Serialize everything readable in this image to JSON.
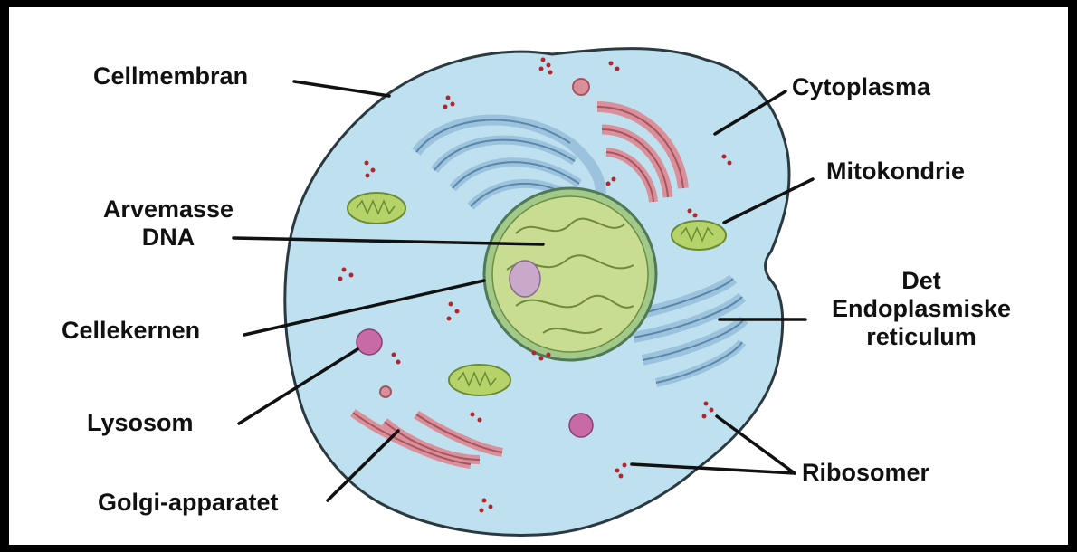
{
  "labels": {
    "cellmembran": "Cellmembran",
    "cytoplasma": "Cytoplasma",
    "mitokondrie": "Mitokondrie",
    "arvemasse_line1": "Arvemasse",
    "arvemasse_line2": "DNA",
    "cellekernen": "Cellekernen",
    "er_line1": "Det",
    "er_line2": "Endoplasmiske",
    "er_line3": "reticulum",
    "lysosom": "Lysosom",
    "ribosomer": "Ribosomer",
    "golgi": "Golgi-apparatet"
  },
  "colors": {
    "cytoplasm": "#bfe0ef",
    "membrane": "#2b3a40",
    "nucleus": "#c9dd92",
    "nucleolus": "#c9a9c9",
    "er_blue": "#9cc3de",
    "golgi_red": "#d9909a",
    "mito_green": "#b6d36a",
    "lysosome": "#c76aa6",
    "ribosome": "#b3262c"
  }
}
